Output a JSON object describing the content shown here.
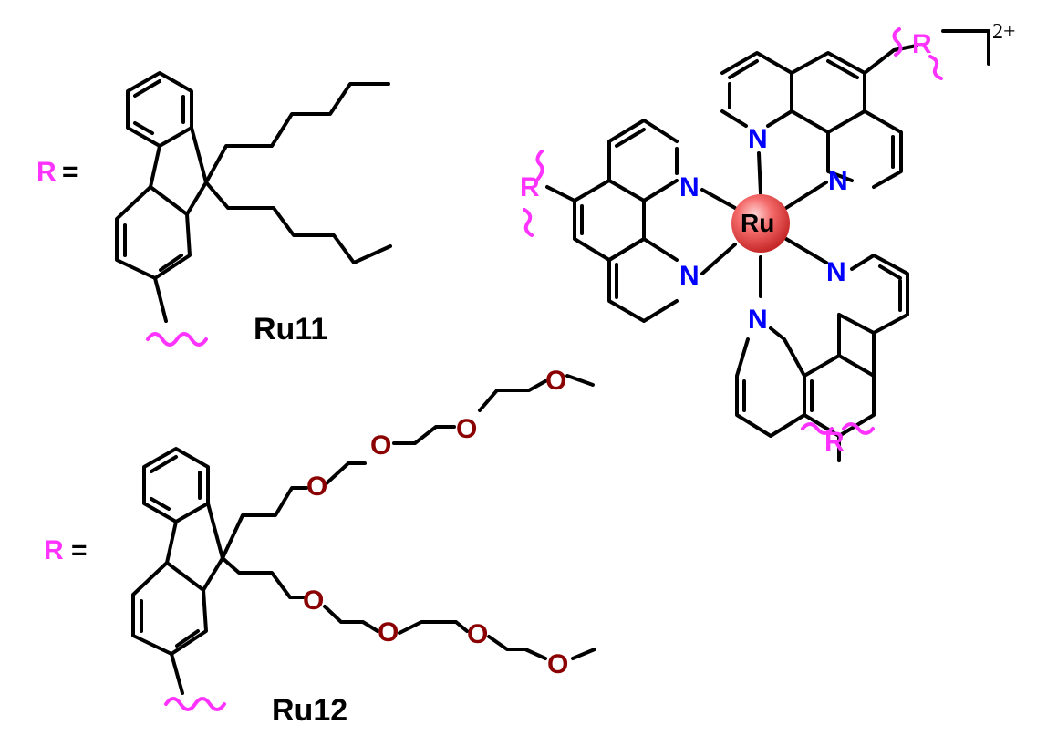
{
  "substituent_label": "R",
  "equals_sign": "=",
  "compounds": [
    {
      "name": "Ru11",
      "substituent": "9,9-dihexylfluoren-2-yl"
    },
    {
      "name": "Ru12",
      "substituent": "9,9-bis(oligoethylene glycol)fluoren-2-yl"
    }
  ],
  "complex": {
    "metal": "Ru",
    "ligand_atom": "N",
    "charge": "2+"
  },
  "ether_atom": "O",
  "colors": {
    "bond": "#000000",
    "substituent": "#ff33ff",
    "nitrogen": "#0000ff",
    "oxygen": "#8b0000",
    "metal_sphere": "#e53935"
  }
}
